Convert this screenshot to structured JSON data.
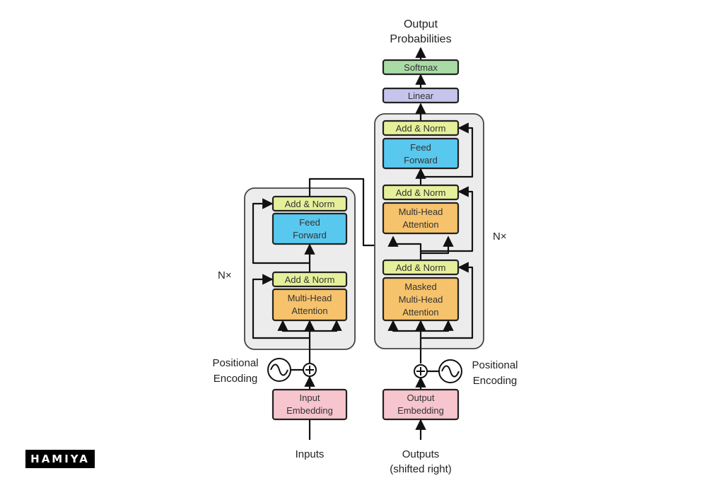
{
  "decoder": {
    "output_title_line1": "Output",
    "output_title_line2": "Probabilities",
    "softmax": "Softmax",
    "linear": "Linear",
    "addnorm_top": "Add & Norm",
    "ff_line1": "Feed",
    "ff_line2": "Forward",
    "addnorm_mid": "Add & Norm",
    "mha_line1": "Multi-Head",
    "mha_line2": "Attention",
    "addnorm_bottom": "Add & Norm",
    "masked_line1": "Masked",
    "masked_line2": "Multi-Head",
    "masked_line3": "Attention",
    "nx": "N×",
    "pos_enc_line1": "Positional",
    "pos_enc_line2": "Encoding",
    "embed_line1": "Output",
    "embed_line2": "Embedding",
    "input_line1": "Outputs",
    "input_line2": "(shifted right)"
  },
  "encoder": {
    "addnorm_top": "Add & Norm",
    "ff_line1": "Feed",
    "ff_line2": "Forward",
    "addnorm_bottom": "Add & Norm",
    "mha_line1": "Multi-Head",
    "mha_line2": "Attention",
    "nx": "N×",
    "pos_enc_line1": "Positional",
    "pos_enc_line2": "Encoding",
    "embed_line1": "Input",
    "embed_line2": "Embedding",
    "input_label": "Inputs"
  },
  "watermark": {
    "text": "HAMIYA"
  },
  "colors": {
    "add_norm": "#e6f09a",
    "feed_forward": "#59c8ef",
    "attention": "#f6c36c",
    "embedding": "#f7c5cd",
    "softmax": "#a9dca5",
    "linear": "#c5c4ec",
    "stack_bg": "#ececec"
  }
}
